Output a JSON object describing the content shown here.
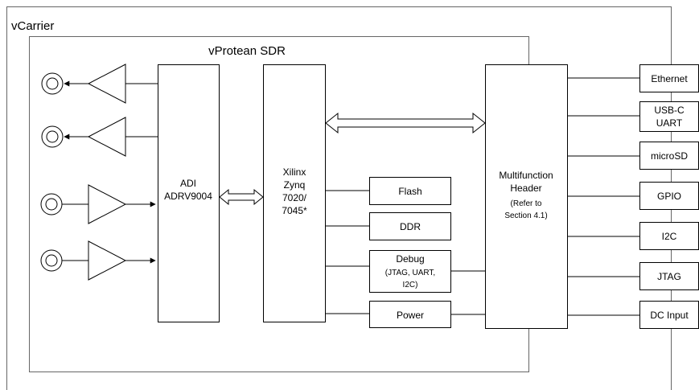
{
  "carrier": {
    "title": "vCarrier"
  },
  "sdr": {
    "title": "vProtean SDR"
  },
  "adi": {
    "line1": "ADI",
    "line2": "ADRV9004"
  },
  "xilinx": {
    "lines": [
      "Xilinx",
      "Zynq",
      "7020/",
      "7045*"
    ]
  },
  "flash": {
    "label": "Flash"
  },
  "ddr": {
    "label": "DDR"
  },
  "debug": {
    "line1": "Debug",
    "line2": "(JTAG, UART,",
    "line3": "I2C)"
  },
  "power": {
    "label": "Power"
  },
  "header": {
    "line1": "Multifunction",
    "line2": "Header",
    "line3": "(Refer to",
    "line4": "Section 4.1)"
  },
  "ports": [
    {
      "line1": "Ethernet",
      "line2": ""
    },
    {
      "line1": "USB-C",
      "line2": "UART"
    },
    {
      "line1": "microSD",
      "line2": ""
    },
    {
      "line1": "GPIO",
      "line2": ""
    },
    {
      "line1": "I2C",
      "line2": ""
    },
    {
      "line1": "JTAG",
      "line2": ""
    },
    {
      "line1": "DC Input",
      "line2": ""
    }
  ]
}
